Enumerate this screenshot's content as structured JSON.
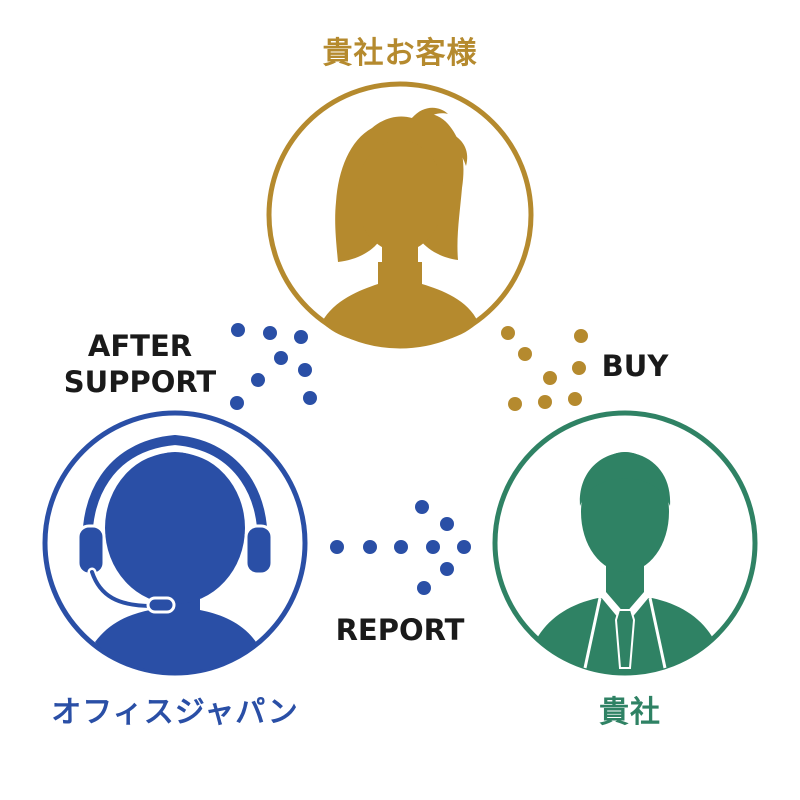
{
  "colors": {
    "gold": "#b58a2e",
    "blue": "#2a4fa6",
    "green": "#2f8264",
    "text": "#1a1a1a"
  },
  "nodes": {
    "customer": {
      "label": "貴社お客様",
      "icon": "woman-silhouette-icon"
    },
    "support": {
      "label": "オフィスジャパン",
      "icon": "headset-operator-icon"
    },
    "company": {
      "label": "貴社",
      "icon": "businessman-silhouette-icon"
    }
  },
  "flows": {
    "after_support": {
      "line1": "AFTER",
      "line2": "SUPPORT"
    },
    "buy": {
      "label": "BUY"
    },
    "report": {
      "label": "REPORT"
    }
  }
}
